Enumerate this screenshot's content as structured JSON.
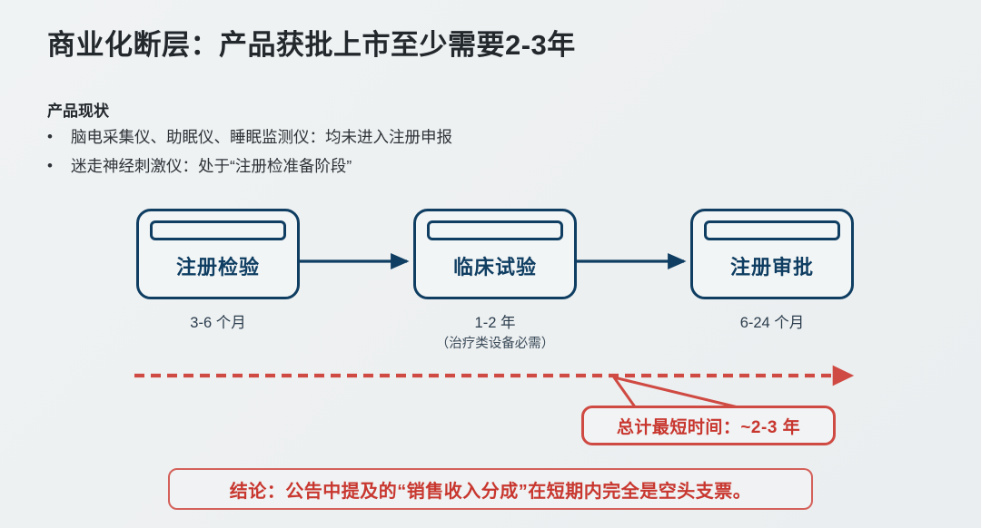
{
  "slide": {
    "title": "商业化断层：产品获批上市至少需要2-3年",
    "background_color": "#eef1f2"
  },
  "status_section": {
    "heading": "产品现状",
    "bullet_marker": "•",
    "bullets": [
      "脑电采集仪、助眠仪、睡眠监测仪：均未进入注册申报",
      "迷走神经刺激仪：处于“注册检准备阶段”"
    ]
  },
  "flow": {
    "accent_color": "#0f3e62",
    "nodes": [
      {
        "label": "注册检验",
        "duration": "3-6 个月",
        "note": ""
      },
      {
        "label": "临床试验",
        "duration": "1-2 年",
        "note": "（治疗类设备必需）"
      },
      {
        "label": "注册审批",
        "duration": "6-24 个月",
        "note": ""
      }
    ],
    "connector_icon": "arrow-right-icon"
  },
  "timeline": {
    "arrow_icon": "dashed-arrow-right-icon",
    "arrow_color": "#cf4a42",
    "callout": "总计最短时间：~2-3 年"
  },
  "conclusion": {
    "text": "结论：公告中提及的“销售收入分成”在短期内完全是空头支票。",
    "color": "#c8372f"
  }
}
